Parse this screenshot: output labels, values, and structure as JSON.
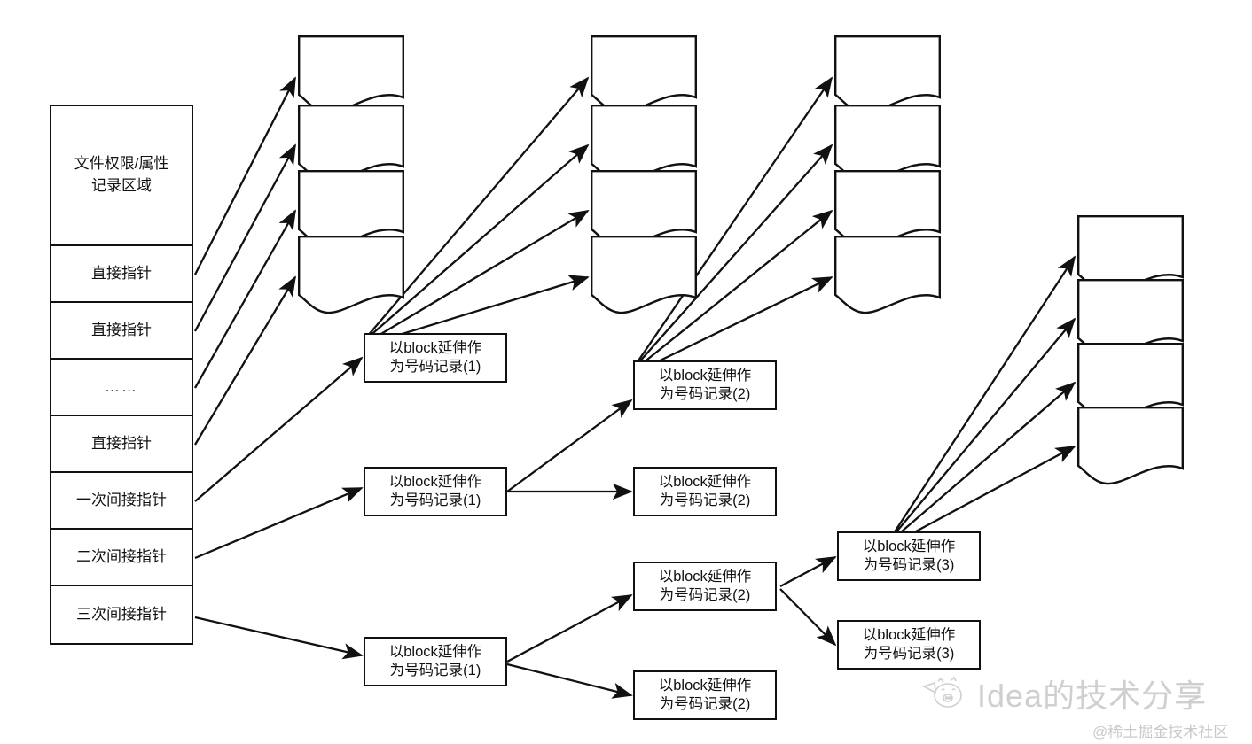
{
  "diagram": {
    "title": "Linux inode block pointer diagram",
    "stroke_color": "#111111",
    "background": "#ffffff"
  },
  "inode": {
    "name": "inode-table",
    "rows": [
      {
        "id": "attributes",
        "label_line1": "文件权限/属性",
        "label_line2": "记录区域"
      },
      {
        "id": "direct-1",
        "label": "直接指针"
      },
      {
        "id": "direct-2",
        "label": "直接指针"
      },
      {
        "id": "ellipsis",
        "label": "……"
      },
      {
        "id": "direct-n",
        "label": "直接指针"
      },
      {
        "id": "single-indirect",
        "label": "一次间接指针"
      },
      {
        "id": "double-indirect",
        "label": "二次间接指针"
      },
      {
        "id": "triple-indirect",
        "label": "三次间接指针"
      }
    ]
  },
  "blocks": [
    {
      "id": "lvl1-a",
      "line1": "以block延伸作",
      "line2": "为号码记录(1)"
    },
    {
      "id": "lvl1-b",
      "line1": "以block延伸作",
      "line2": "为号码记录(1)"
    },
    {
      "id": "lvl1-c",
      "line1": "以block延伸作",
      "line2": "为号码记录(1)"
    },
    {
      "id": "lvl2-a",
      "line1": "以block延伸作",
      "line2": "为号码记录(2)"
    },
    {
      "id": "lvl2-b",
      "line1": "以block延伸作",
      "line2": "为号码记录(2)"
    },
    {
      "id": "lvl2-c",
      "line1": "以block延伸作",
      "line2": "为号码记录(2)"
    },
    {
      "id": "lvl2-d",
      "line1": "以block延伸作",
      "line2": "为号码记录(2)"
    },
    {
      "id": "lvl3-a",
      "line1": "以block延伸作",
      "line2": "为号码记录(3)"
    },
    {
      "id": "lvl3-b",
      "line1": "以block延伸作",
      "line2": "为号码记录(3)"
    }
  ],
  "data_block_stacks": [
    {
      "id": "stack-1",
      "count": 4
    },
    {
      "id": "stack-2",
      "count": 4
    },
    {
      "id": "stack-3",
      "count": 4
    },
    {
      "id": "stack-4",
      "count": 4
    }
  ],
  "watermark": {
    "main_text": "Idea的技术分享",
    "sub_text": "@稀土掘金技术社区"
  }
}
